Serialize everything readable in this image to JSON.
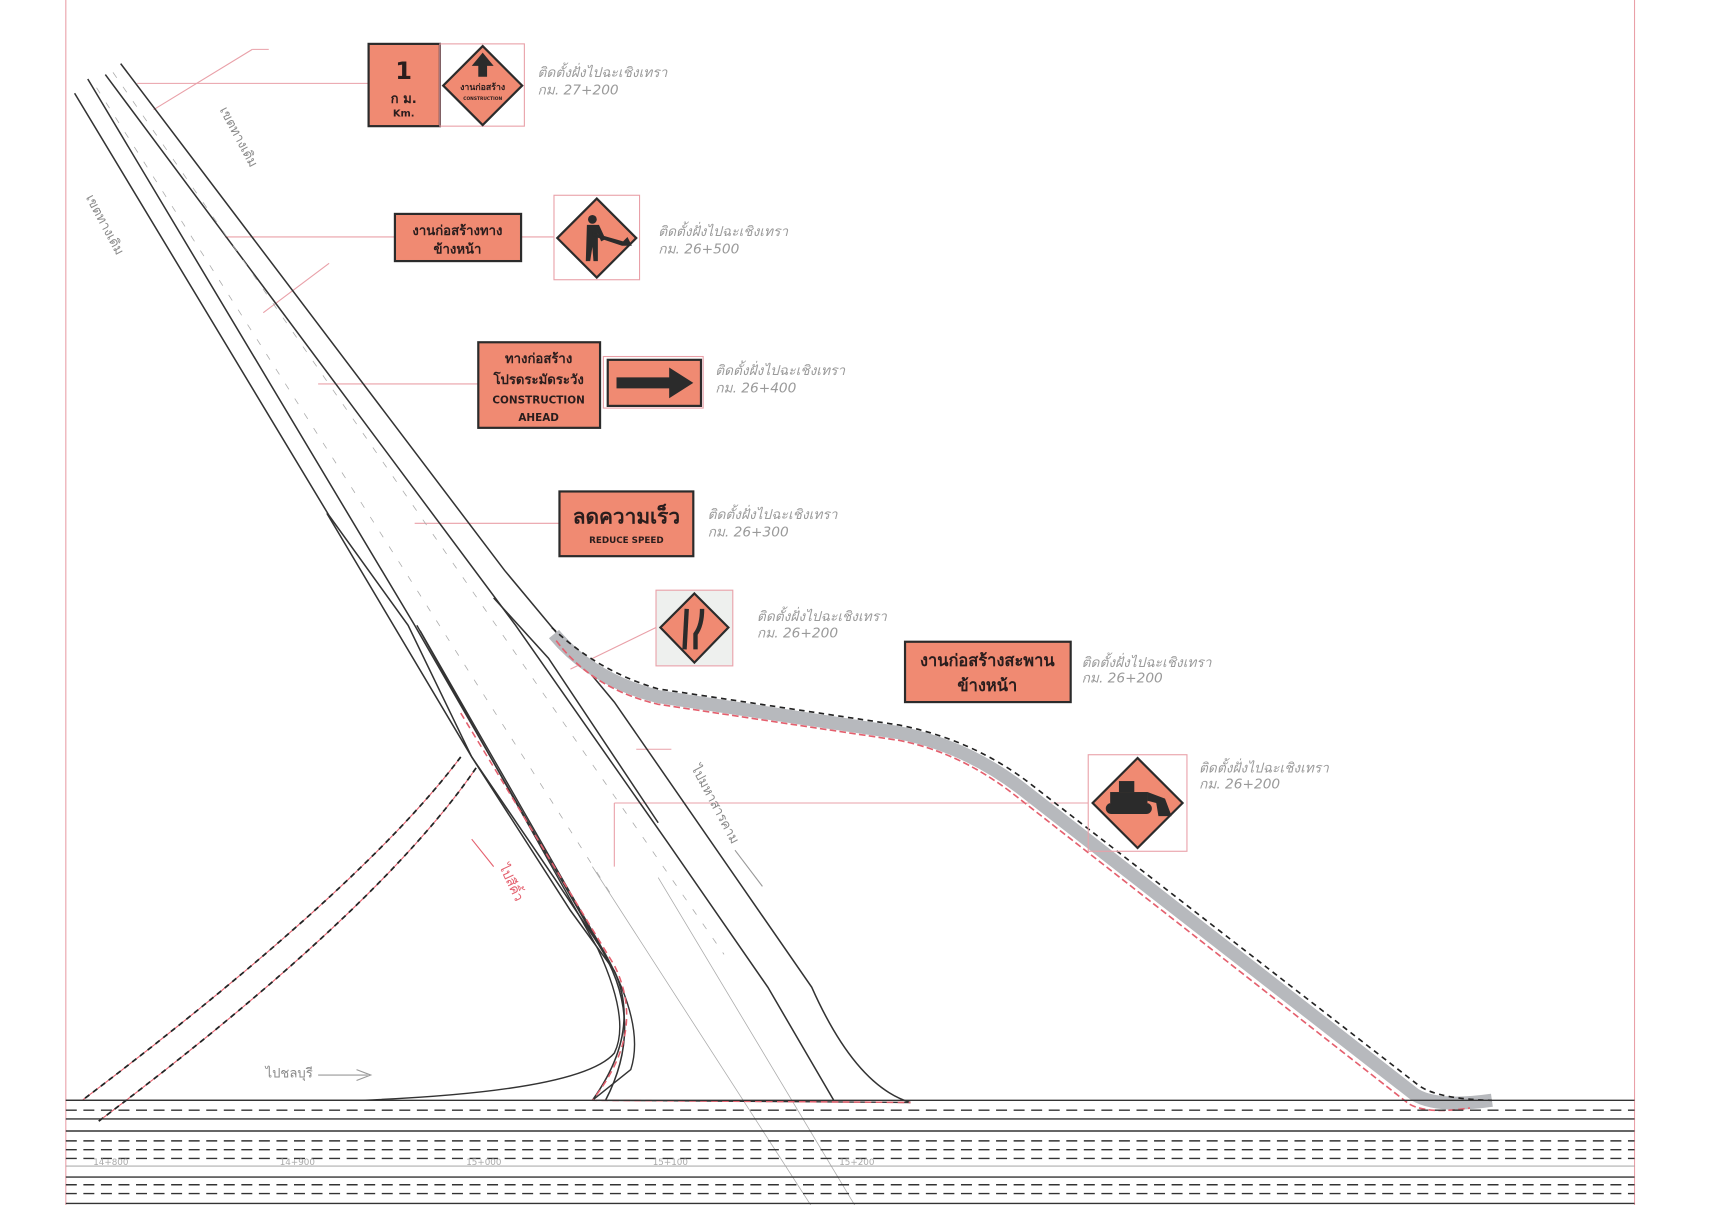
{
  "colors": {
    "sign_fill": "#f08a72",
    "sign_border": "#2b2b2b",
    "leader": "#e9a0a8",
    "ramp_gray": "#b7b9bd",
    "ramp_edge_red": "#e4606e"
  },
  "signs": [
    {
      "id": "1km",
      "lines": [
        "1",
        "ก ม.",
        "Km."
      ],
      "diamond_lines": [
        "งานก่อสร้าง",
        "CONSTRUCTION"
      ],
      "caption": "ติดตั้งฝั่งไปฉะเชิงเทรา",
      "station": "กม. 27+200"
    },
    {
      "id": "construction-ahead-worker",
      "lines": [
        "งานก่อสร้างทาง",
        "ข้างหน้า"
      ],
      "caption": "ติดตั้งฝั่งไปฉะเชิงเทรา",
      "station": "กม. 26+500"
    },
    {
      "id": "construction-careful",
      "lines": [
        "ทางก่อสร้าง",
        "โปรดระมัดระวัง",
        "CONSTRUCTION",
        "AHEAD"
      ],
      "caption": "ติดตั้งฝั่งไปฉะเชิงเทรา",
      "station": "กม. 26+400"
    },
    {
      "id": "reduce-speed",
      "lines": [
        "ลดความเร็ว",
        "REDUCE SPEED"
      ],
      "caption": "ติดตั้งฝั่งไปฉะเชิงเทรา",
      "station": "กม. 26+300"
    },
    {
      "id": "lane-narrows",
      "caption": "ติดตั้งฝั่งไปฉะเชิงเทรา",
      "station": "กม. 26+200"
    },
    {
      "id": "bridge-construction",
      "lines": [
        "งานก่อสร้างสะพาน",
        "ข้างหน้า"
      ],
      "caption": "ติดตั้งฝั่งไปฉะเชิงเทรา",
      "station": "กม. 26+200"
    },
    {
      "id": "bulldozer",
      "caption": "ติดตั้งฝั่งไปฉะเชิงเทรา",
      "station": "กม. 26+200"
    }
  ],
  "road_labels": {
    "row_1": "เขตทางเดิม",
    "row_2": "เขตทางเดิม",
    "to_maha_sarakham": "ไปมหาสารคาม",
    "to_sikhio": "ไปสีคิ้ว",
    "to_chonburi": "ไปชลบุรี"
  },
  "stations": [
    "14+800",
    "14+900",
    "15+000",
    "15+100",
    "15+200"
  ]
}
